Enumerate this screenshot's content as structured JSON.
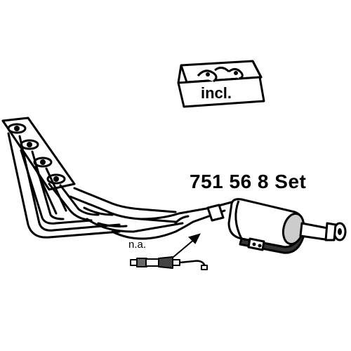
{
  "part_number": "751 56 8 Set",
  "kit_box": {
    "label": "incl."
  },
  "sensor": {
    "label": "n.a."
  },
  "icons": {
    "exhaust": "exhaust-manifold-with-catalytic-converter",
    "kit": "mounting-kit-box",
    "sensor": "lambda-sensor",
    "arrow": "pointer-arrow"
  }
}
